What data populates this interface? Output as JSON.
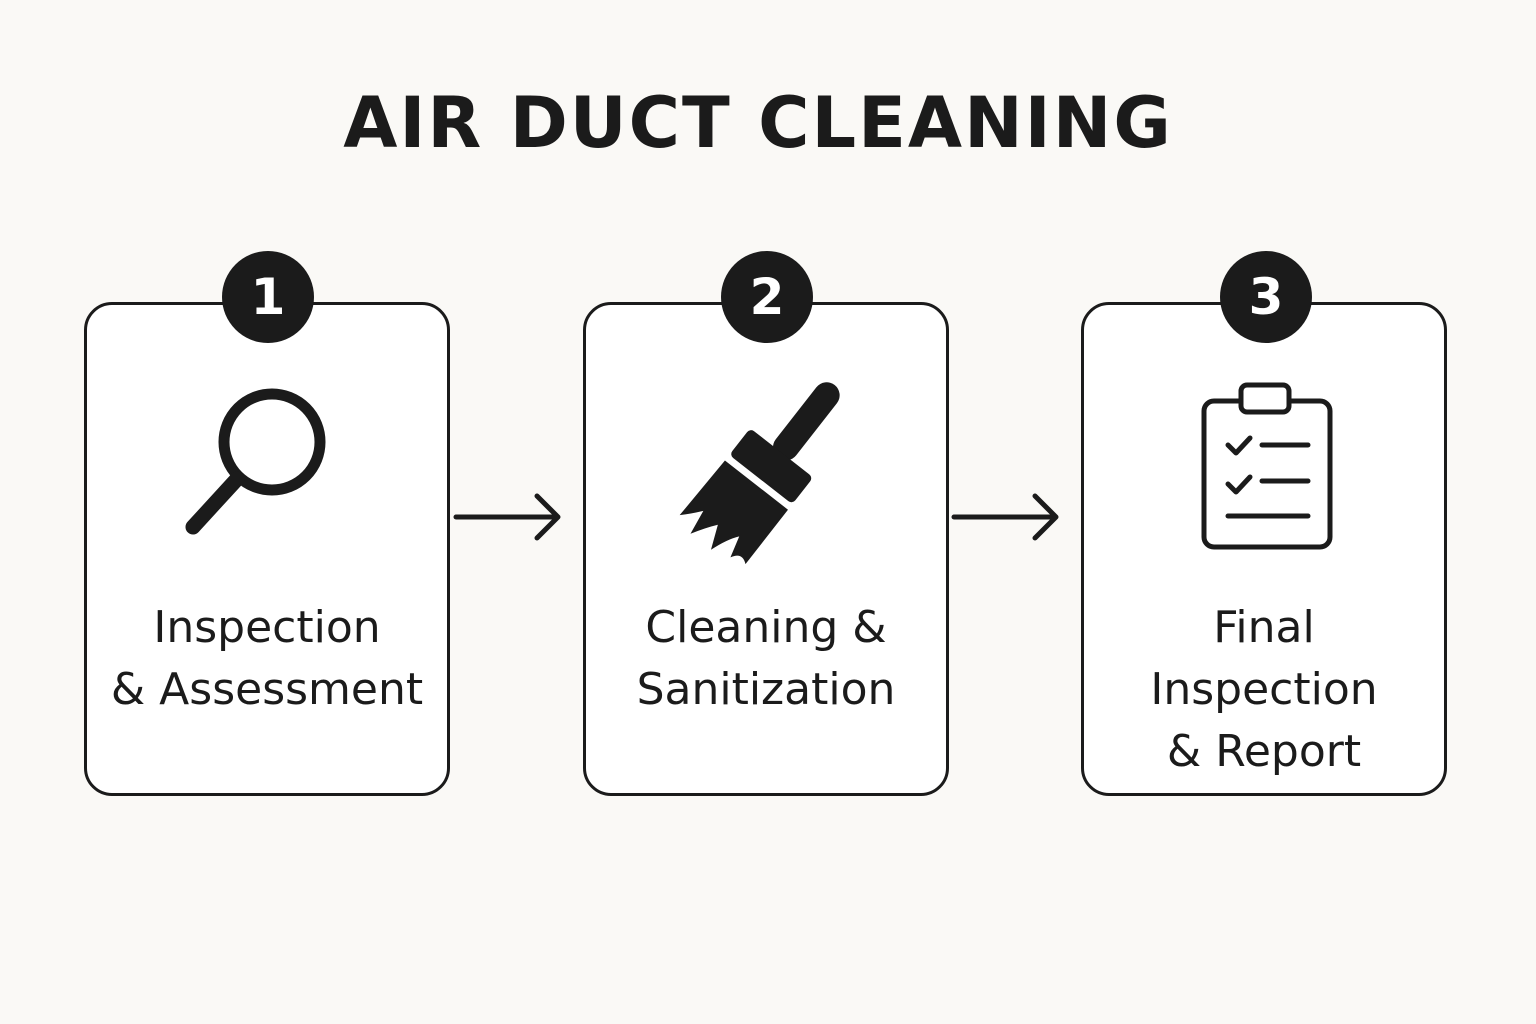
{
  "title": "AIR DUCT CLEANING",
  "steps": [
    {
      "number": "1",
      "icon": "magnifying-glass-icon",
      "label_lines": [
        "Inspection",
        "& Assessment"
      ]
    },
    {
      "number": "2",
      "icon": "paintbrush-icon",
      "label_lines": [
        "Cleaning &",
        "Sanitization"
      ]
    },
    {
      "number": "3",
      "icon": "clipboard-checklist-icon",
      "label_lines": [
        "Final",
        "Inspection",
        "& Report"
      ]
    }
  ],
  "colors": {
    "ink": "#1b1b1b",
    "background": "#faf9f6",
    "card": "#ffffff"
  }
}
